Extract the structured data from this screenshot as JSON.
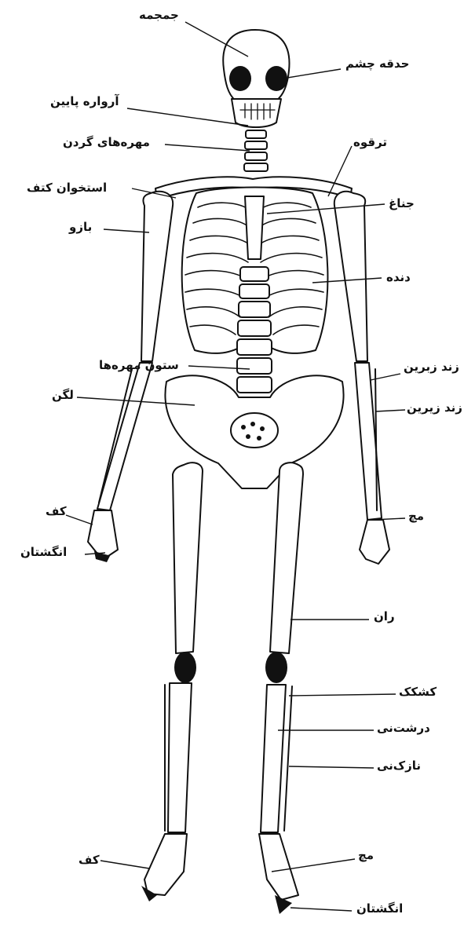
{
  "labels": {
    "skull": "جمجمه",
    "eye_socket": "حدقه چشم",
    "lower_jaw": "آرواره پایین",
    "neck_vertebrae": "مهره‌های گردن",
    "clavicle": "ترقوه",
    "shoulder_blade": "استخوان کتف",
    "sternum": "جناغ",
    "upper_arm": "بازو",
    "ribs": "دنده",
    "spine": "ستون مهره‌ها",
    "ulna": "زند زبرین",
    "radius": "زند زیرین",
    "pelvis": "لگن",
    "palm_left": "کف",
    "fingers_left": "انگشتان",
    "wrist_right": "مچ",
    "thigh": "ران",
    "kneecap": "کشکک",
    "tibia": "درشت‌نی",
    "fibula": "نازک‌نی",
    "ankle": "مچ",
    "sole": "کف",
    "toes": "انگشتان"
  }
}
